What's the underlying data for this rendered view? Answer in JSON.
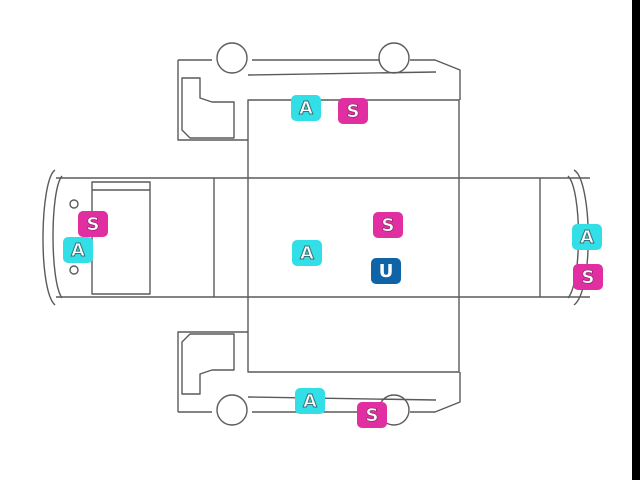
{
  "colors": {
    "outline": "#5a5a5a",
    "A": "#33dfe6",
    "S": "#e12fa2",
    "U": "#0f64a8"
  },
  "markers": {
    "roof_A": "A",
    "roof_S": "S",
    "center_A": "A",
    "center_S": "S",
    "center_U": "U",
    "left_end_S": "S",
    "left_end_A": "A",
    "right_end_A": "A",
    "right_end_S": "S",
    "bottom_A": "A",
    "bottom_S": "S"
  }
}
